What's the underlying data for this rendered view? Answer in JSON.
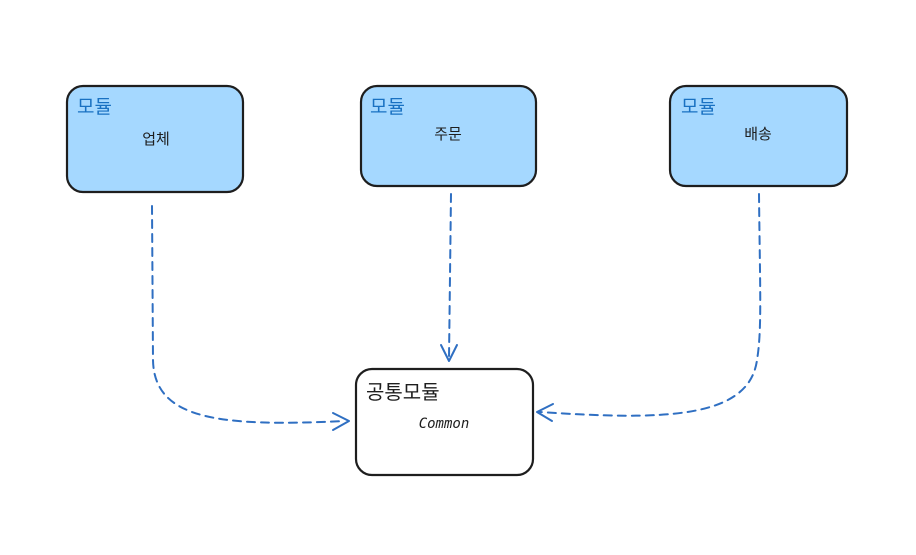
{
  "modules": [
    {
      "tag": "모듈",
      "name": "업체"
    },
    {
      "tag": "모듈",
      "name": "주문"
    },
    {
      "tag": "모듈",
      "name": "배송"
    }
  ],
  "common": {
    "title": "공통모듈",
    "subtitle": "Common"
  },
  "colors": {
    "module_fill": "#a5d8ff",
    "module_tag_text": "#1971c2",
    "arrow": "#2f6fc2",
    "outline": "#1e1e1e"
  }
}
